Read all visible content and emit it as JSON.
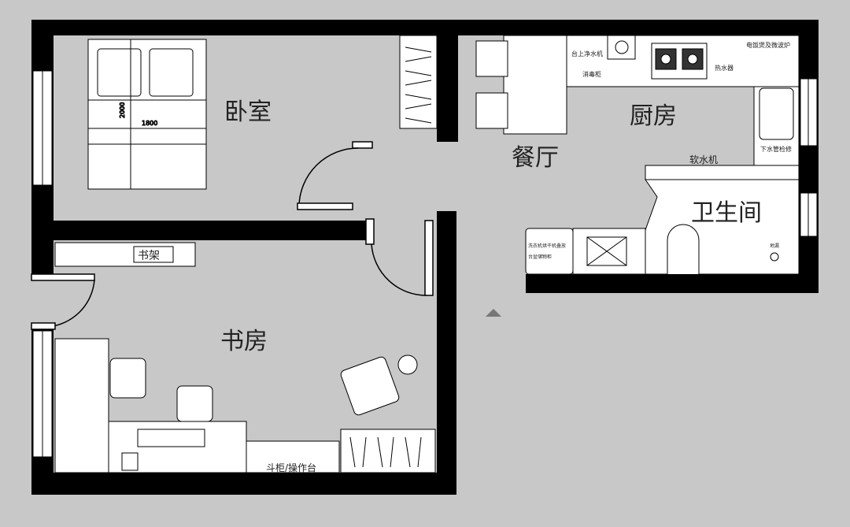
{
  "rooms": {
    "bedroom": "卧室",
    "dining": "餐厅",
    "kitchen": "厨房",
    "bathroom": "卫生间",
    "study": "书房"
  },
  "labels": {
    "bookshelf": "书架",
    "cabinet": "斗柜/操作台",
    "softener": "软水机",
    "purifier": "台上净水机",
    "sterilizer": "消毒柜",
    "cooker": "电饭煲及微波炉",
    "heater": "热水器",
    "drain_check": "下水管检修",
    "washer": "洗衣机烘干机叠放",
    "basin_cabinet": "台盆储物柜",
    "floor_drain": "地漏",
    "bed_length": "2000",
    "bed_width": "1800"
  },
  "colors": {
    "wall": "#000000",
    "floor": "#c8c8c8",
    "fixture": "#ffffff"
  }
}
